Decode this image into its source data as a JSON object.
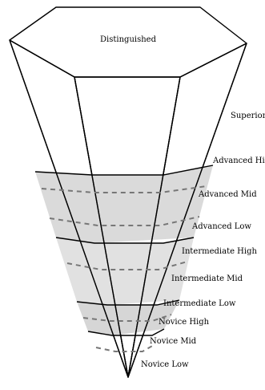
{
  "diagram": {
    "top_label": "Distinguished",
    "levels": [
      "Superior",
      "Advanced High",
      "Advanced Mid",
      "Advanced Low",
      "Intermediate High",
      "Intermediate Mid",
      "Intermediate Low",
      "Novice High",
      "Novice Mid",
      "Novice Low"
    ]
  }
}
